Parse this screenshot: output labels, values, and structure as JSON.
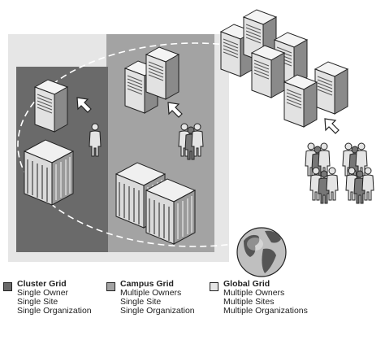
{
  "colors": {
    "cluster_grid": "#6a6a6a",
    "campus_grid": "#a3a3a3",
    "global_grid": "#e6e6e6"
  },
  "legend": [
    {
      "name": "cluster-grid",
      "title": "Cluster Grid",
      "lines": [
        "Single Owner",
        "Single Site",
        "Single Organization"
      ],
      "swatch": "cluster_grid"
    },
    {
      "name": "campus-grid",
      "title": "Campus Grid",
      "lines": [
        "Multiple Owners",
        "Single Site",
        "Single Organization"
      ],
      "swatch": "campus_grid"
    },
    {
      "name": "global-grid",
      "title": "Global Grid",
      "lines": [
        "Multiple Owners",
        "Multiple Sites",
        "Multiple Organizations"
      ],
      "swatch": "global_grid"
    }
  ],
  "icons": [
    "server-icon",
    "person-icon",
    "building-icon",
    "arrow-icon",
    "globe-icon"
  ]
}
